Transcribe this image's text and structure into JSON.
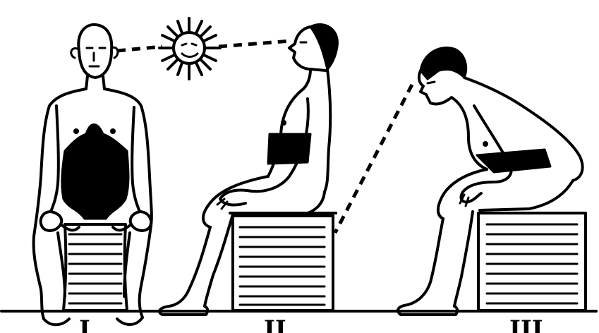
{
  "figure": {
    "labels": {
      "first": "I.",
      "second": "II.",
      "third": "III."
    },
    "colors": {
      "ink": "#000000",
      "paper": "#ffffff"
    },
    "icons": [
      "sun-icon"
    ]
  }
}
